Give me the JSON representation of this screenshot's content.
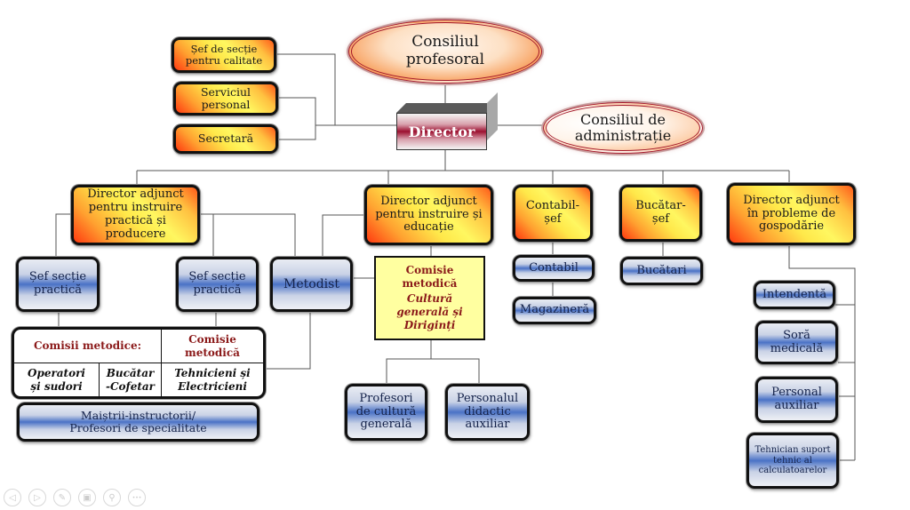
{
  "chart": {
    "top": {
      "consiliul_profesoral": "Consiliul profesoral",
      "consiliul_administratie": "Consiliul de administrație",
      "director": "Director"
    },
    "left_staff": [
      {
        "label": "Șef de secție pentru calitate"
      },
      {
        "label": "Serviciul personal"
      },
      {
        "label": "Secretară"
      }
    ],
    "deputy_practical": {
      "label": "Director adjunct pentru instruire practică și producere",
      "children": [
        {
          "label": "Șef secție practică"
        },
        {
          "label": "Șef secție practică"
        }
      ],
      "methodist": "Metodist",
      "commissions_table": {
        "header_left": "Comisii metodice:",
        "header_right": "Comisie metodică",
        "cells": [
          "Operatori și sudori",
          "Bucătar -Cofetar",
          "Tehnicieni și Electricieni"
        ]
      },
      "masters": "Maiștrii-instructorii/ Profesori de specialitate"
    },
    "deputy_education": {
      "label": "Director adjunct pentru instruire și educație",
      "commission": {
        "title": "Comisie metodică",
        "subtitle": "Cultură generală și Diriginți"
      },
      "children": [
        {
          "label": "Profesori de cultură generală"
        },
        {
          "label": "Personalul didactic auxiliar"
        }
      ]
    },
    "chief_accountant": {
      "label": "Contabil-șef",
      "children": [
        {
          "label": "Contabil"
        },
        {
          "label": "Magazineră"
        }
      ]
    },
    "chief_cook": {
      "label": "Bucătar-șef",
      "children": [
        {
          "label": "Bucătari"
        }
      ]
    },
    "deputy_household": {
      "label": "Director adjunct în probleme de gospodărie",
      "children": [
        {
          "label": "Intendentă"
        },
        {
          "label": "Soră medicală"
        },
        {
          "label": "Personal auxiliar"
        },
        {
          "label": "Tehnician suport tehnic al calculatoarelor"
        }
      ]
    }
  },
  "toolbar": {
    "buttons": [
      {
        "icon": "previous-icon",
        "glyph": "◁"
      },
      {
        "icon": "next-icon",
        "glyph": "▷"
      },
      {
        "icon": "pen-icon",
        "glyph": "✎"
      },
      {
        "icon": "slides-icon",
        "glyph": "▣"
      },
      {
        "icon": "zoom-icon",
        "glyph": "⚲"
      },
      {
        "icon": "more-icon",
        "glyph": "•••"
      }
    ]
  }
}
